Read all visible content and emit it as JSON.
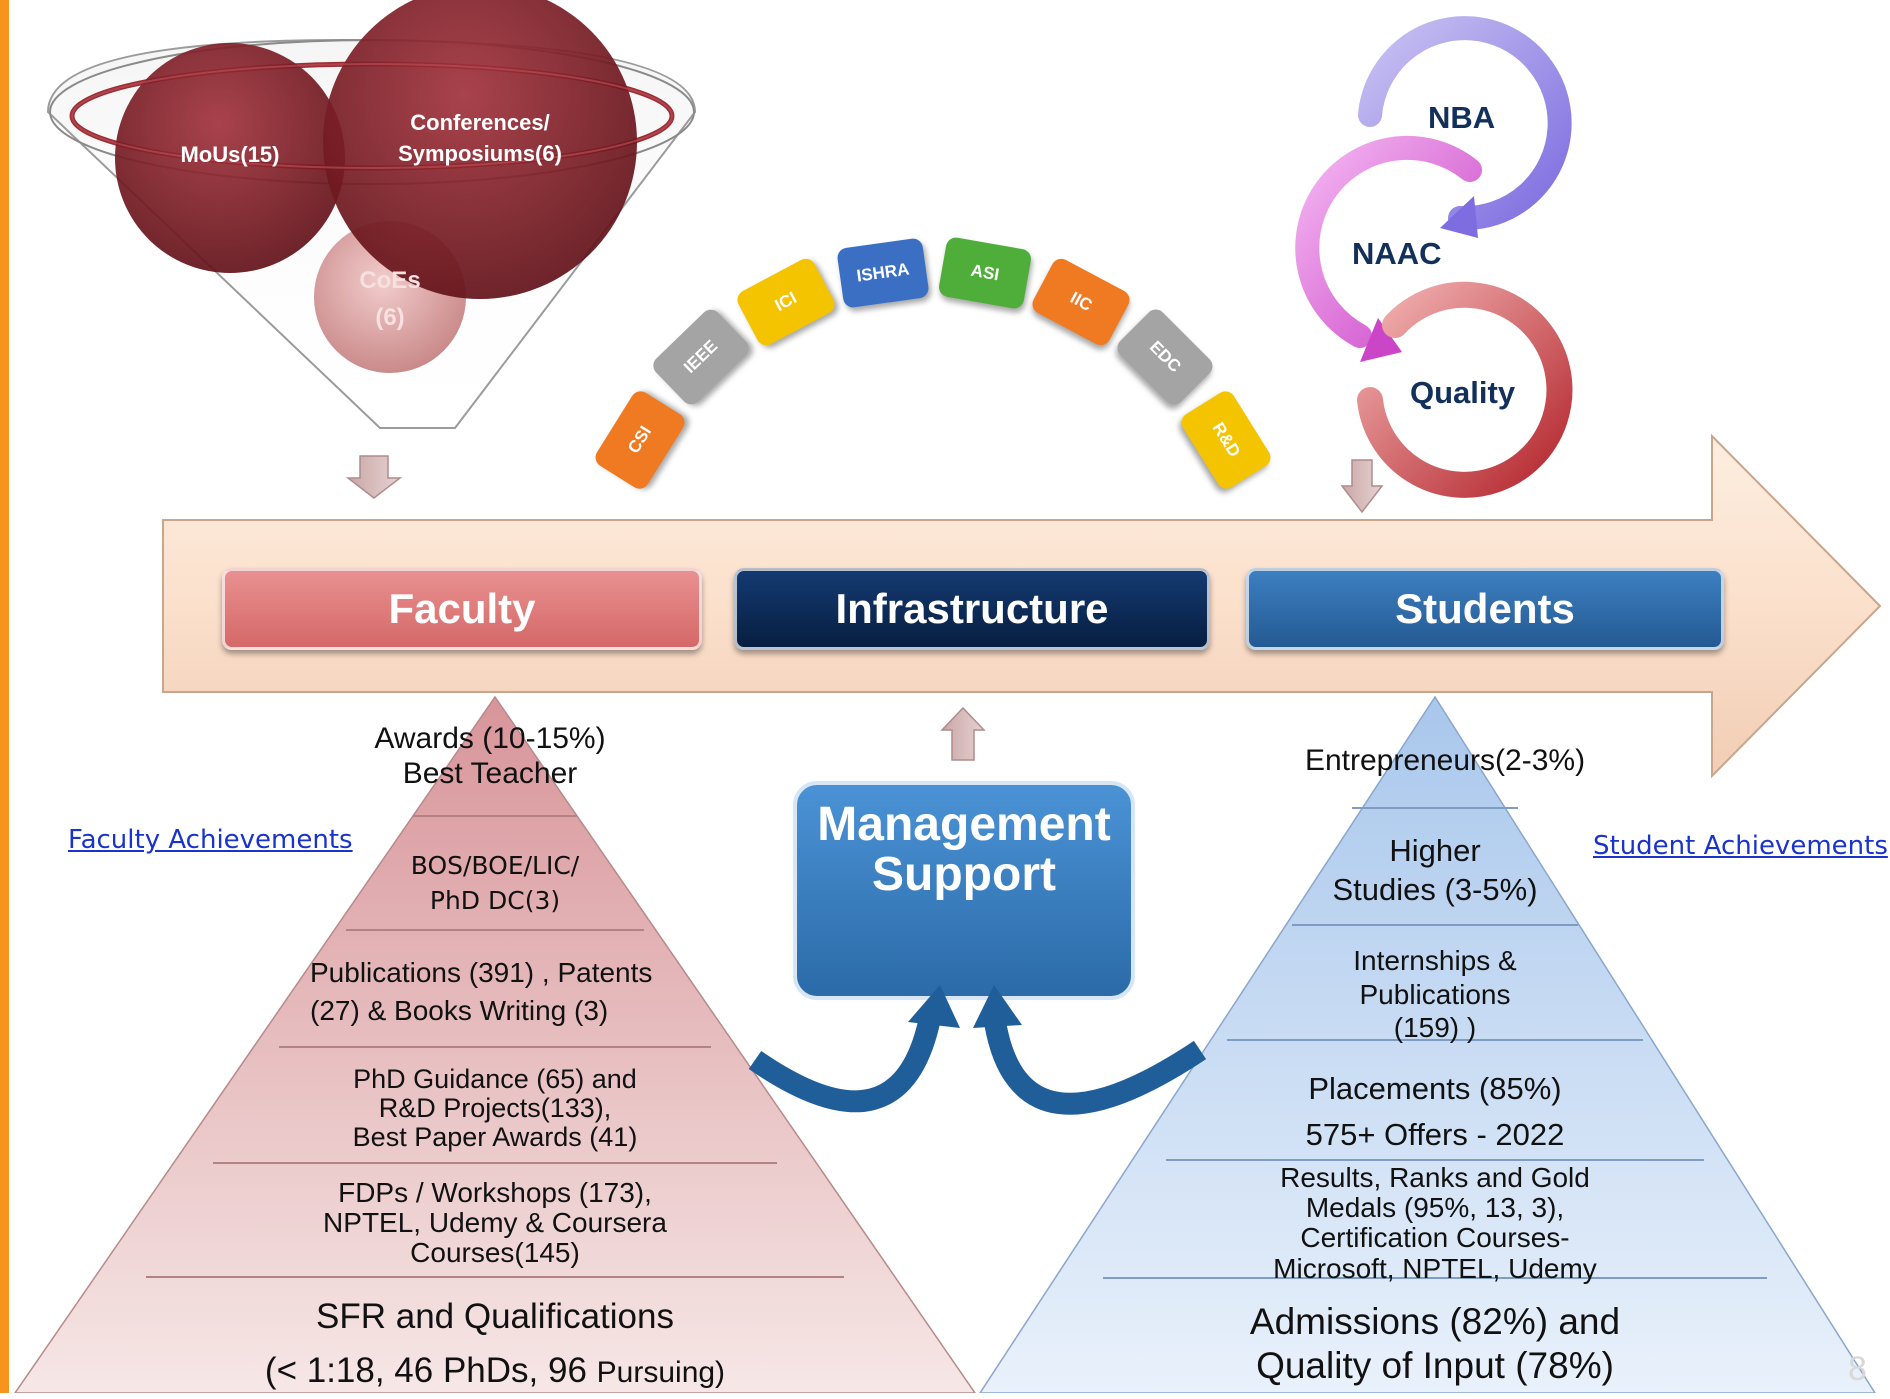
{
  "funnel": {
    "mous": "MoUs(15)",
    "conferences_line1": "Conferences/",
    "conferences_line2": "Symposiums(6)",
    "coes_line1": "CoEs",
    "coes_line2": "(6)"
  },
  "bodies": [
    {
      "label": "CSI",
      "color": "#f07a22"
    },
    {
      "label": "IEEE",
      "color": "#a4a4a4"
    },
    {
      "label": "ICI",
      "color": "#f5c400"
    },
    {
      "label": "ISHRA",
      "color": "#3b6fc4"
    },
    {
      "label": "ASI",
      "color": "#4fae3a"
    },
    {
      "label": "IIC",
      "color": "#f07a22"
    },
    {
      "label": "EDC",
      "color": "#a4a4a4"
    },
    {
      "label": "R&D",
      "color": "#f5c400"
    }
  ],
  "cycle": {
    "nba": "NBA",
    "naac": "NAAC",
    "quality": "Quality"
  },
  "pillars": {
    "faculty": "Faculty",
    "infrastructure": "Infrastructure",
    "students": "Students"
  },
  "management": {
    "line1": "Management",
    "line2": "Support"
  },
  "links": {
    "faculty": "Faculty Achievements",
    "student": "Student Achievements"
  },
  "faculty_pyramid": {
    "tip_line1": "Awards (10-15%)",
    "tip_line2": "Best Teacher",
    "tier2_line1": "BOS/BOE/LIC/",
    "tier2_line2": "PhD DC(3)",
    "tier3_line1": "Publications (391) , Patents",
    "tier3_line2": "(27)  & Books Writing (3)",
    "tier4_line1": "PhD Guidance (65) and",
    "tier4_line2": "R&D Projects(133),",
    "tier4_line3": "Best Paper Awards (41)",
    "tier5_line1": "FDPs / Workshops (173),",
    "tier5_line2": "NPTEL, Udemy & Coursera",
    "tier5_line3": "Courses(145)",
    "base_line1": "SFR and Qualifications",
    "base_line2a": "(< 1:18, 46 PhDs, 96 ",
    "base_line2b": "Pursuing)"
  },
  "student_pyramid": {
    "tip": "Entrepreneurs(2-3%)",
    "tier2_line1": "Higher",
    "tier2_line2": "Studies (3-5%)",
    "tier3_line1": "Internships  &",
    "tier3_line2": "Publications",
    "tier3_line3": "(159) )",
    "tier4_line1": "Placements (85%)",
    "tier4_line2": "575+ Offers - 2022",
    "tier5_line1": "Results, Ranks and Gold",
    "tier5_line2": "Medals (95%, 13, 3),",
    "tier5_line3": "Certification Courses-",
    "tier5_line4": "Microsoft, NPTEL, Udemy",
    "base_line1": "Admissions (82%) and",
    "base_line2": "Quality of Input (78%)"
  },
  "page_number": "8",
  "colors": {
    "accent_bar": "#f7941d",
    "faculty": "#e07a7a",
    "infrastructure": "#0b2a55",
    "students": "#2e6aa3",
    "management": "#3d80bf"
  }
}
